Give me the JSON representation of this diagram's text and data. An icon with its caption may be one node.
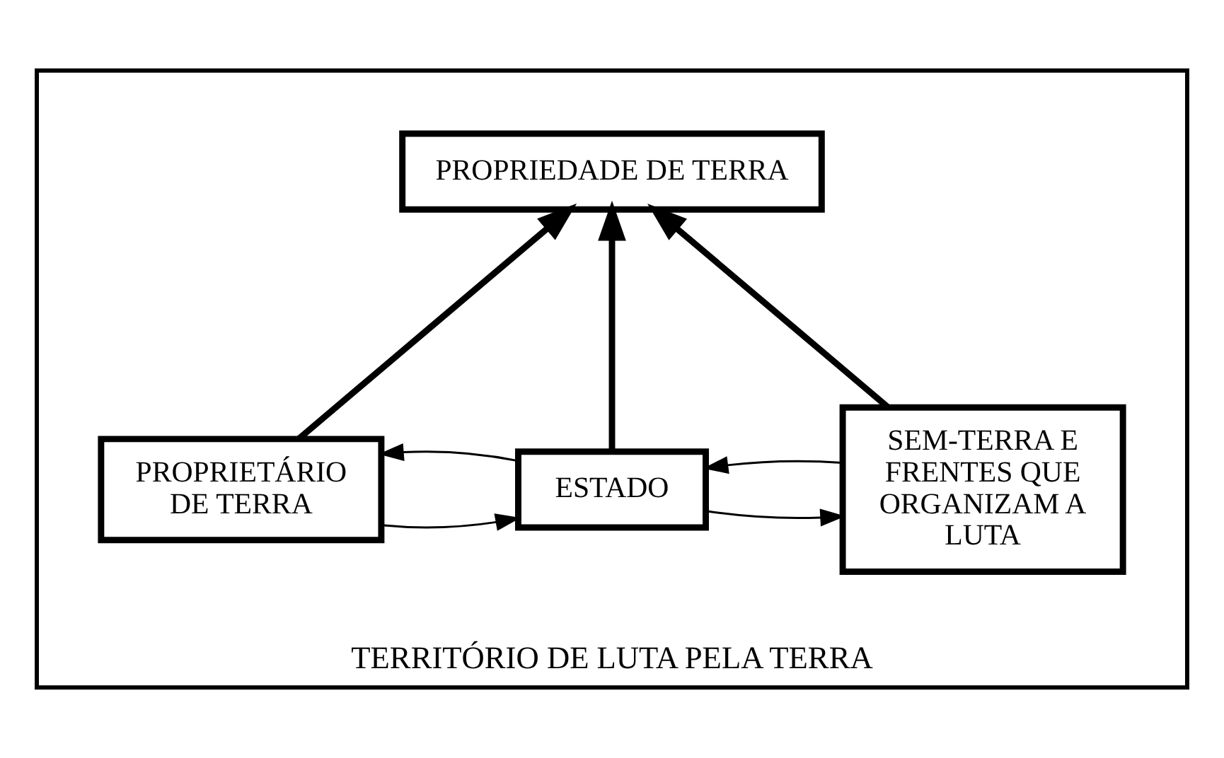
{
  "diagram": {
    "nodes": [
      {
        "text": [
          "TERRITÓRIO DE LUTA PELA TERRA"
        ]
      },
      {
        "text": [
          "PROPRIEDADE DE TERRA"
        ],
        "in": 0
      },
      {
        "text": [
          "SEM-TERRA E FRENTES QUE ORGANIZAM A LUTA"
        ],
        "in": 0
      },
      {
        "text": [
          "ESTADO"
        ],
        "in": 0
      },
      {
        "text": [
          "PROPRIETÁRIO DE TERRA"
        ],
        "in": 0
      }
    ],
    "edges": [
      {
        "from": 2,
        "to": 1,
        "arrow": "to",
        "style": "thick"
      },
      {
        "from": 3,
        "to": 1,
        "arrow": "to",
        "style": "thick"
      },
      {
        "from": 4,
        "to": 1,
        "arrow": "to",
        "style": "thick"
      },
      {
        "from": 2,
        "to": 3,
        "arrow": "to"
      },
      {
        "from": 3,
        "to": 2,
        "arrow": "to"
      },
      {
        "from": 3,
        "to": 4,
        "arrow": "to"
      },
      {
        "from": 4,
        "to": 3,
        "arrow": "to"
      }
    ]
  }
}
